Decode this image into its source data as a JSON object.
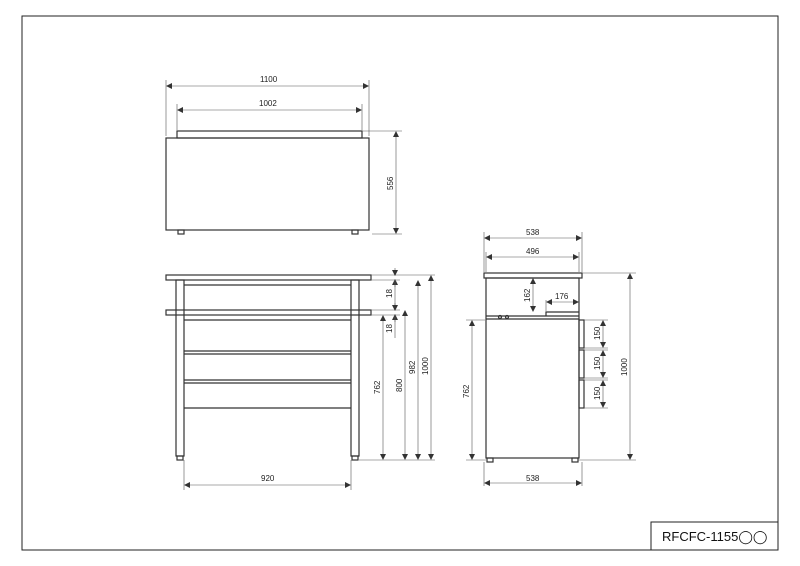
{
  "title_block": {
    "drawing_number": "RFCFC-1155◯◯"
  },
  "plan_view": {
    "overall_width": "1100",
    "inner_width": "1002",
    "depth": "556"
  },
  "front_view": {
    "top_thickness": "18",
    "shelf_thickness": "18",
    "shelf_height": "762",
    "height_800": "800",
    "height_982": "982",
    "overall_height": "1000",
    "leg_span": "920"
  },
  "side_view": {
    "overall_depth_top": "538",
    "inner_depth": "496",
    "recess_height": "162",
    "recess_depth": "176",
    "shelf_height": "762",
    "overall_height": "1000",
    "drawer_1": "150",
    "drawer_2": "150",
    "drawer_3": "150",
    "overall_depth_bottom": "538"
  }
}
